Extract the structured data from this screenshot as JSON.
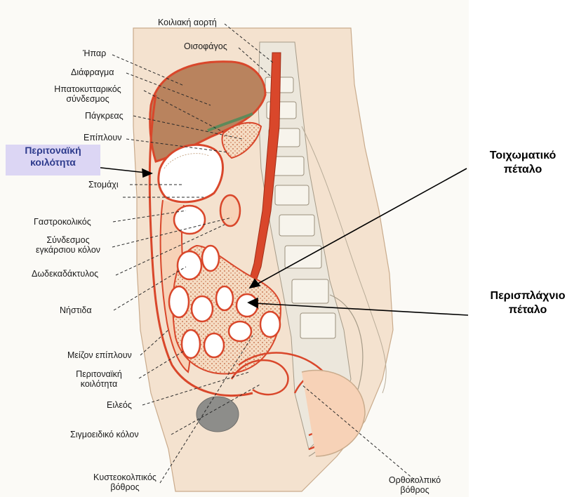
{
  "diagram": {
    "left_labels": {
      "celiac_aorta": "Κοιλιακή αορτή",
      "esophagus": "Οισοφάγος",
      "liver": "Ήπαρ",
      "diaphragm": "Διάφραγμα",
      "hepatogastric_1": "Ηπατοκυτταρικός",
      "hepatogastric_2": "σύνδεσμος",
      "pancreas": "Πάγκρεας",
      "omentum": "Επίπλουν",
      "peritoneal_cavity_1": "Περιτοναϊκή",
      "peritoneal_cavity_2": "κοιλότητα",
      "stomach": "Στομάχι",
      "gastrocolic": "Γαστροκολικός",
      "transverse_mesocolon_1": "Σύνδεσμος",
      "transverse_mesocolon_2": "εγκάρσιου κόλον",
      "duodenum": "Δωδεκαδάκτυλος",
      "jejunum": "Νήστιδα",
      "greater_omentum": "Μείζον επίπλουν",
      "peritoneal_cavity_b1": "Περιτοναϊκή",
      "peritoneal_cavity_b2": "κοιλότητα",
      "ileum": "Ειλεός",
      "sigmoid": "Σιγμοειδικό κόλον",
      "vesicocolic_1": "Κυστεοκολπικός",
      "vesicocolic_2": "βόθρος",
      "rectocolic_1": "Ορθοκολπικό",
      "rectocolic_2": "βόθρος"
    },
    "right_labels": {
      "parietal_1": "Τοιχωματικό",
      "parietal_2": "πέταλο",
      "visceral_1": "Περισπλάχνιο",
      "visceral_2": "πέταλο"
    },
    "colors": {
      "tissue": "#f3dcc6",
      "peritoneum": "#d9472b",
      "liver": "#b9835e",
      "spine": "#ece7dc",
      "highlight": "#dcd6f4"
    }
  }
}
